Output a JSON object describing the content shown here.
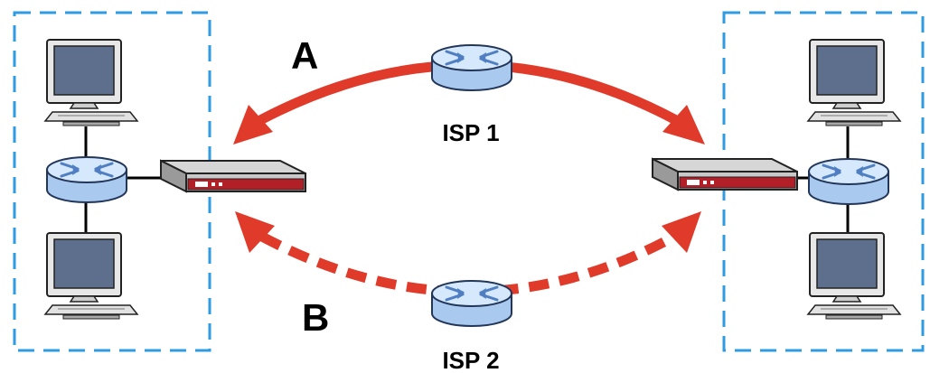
{
  "labels": {
    "path_a": "A",
    "path_b": "B",
    "isp1": "ISP 1",
    "isp2": "ISP 2"
  },
  "colors": {
    "arrow": "#e03a2a",
    "network_border": "#2f9be0",
    "router_body": "#a9c9ef",
    "router_top": "#d6e8fb",
    "router_arrows": "#4f7fc2",
    "device_body": "#c9c9c9",
    "device_panel": "#b21f26",
    "monitor_screen": "#5d6f8d",
    "monitor_case": "#e7e7e7"
  },
  "icons": {
    "router": "router-icon",
    "firewall": "firewall-device-icon",
    "computer": "computer-icon"
  }
}
